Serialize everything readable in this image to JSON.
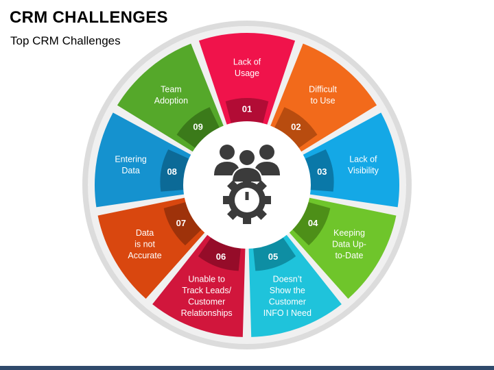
{
  "header": {
    "title": "CRM CHALLENGES",
    "subtitle": "Top CRM Challenges"
  },
  "center_icon": "people-gear-icon",
  "segments": [
    {
      "number": "01",
      "lines": [
        "Lack of",
        "Usage"
      ],
      "color": "#f0134b",
      "dark": "#b20c35"
    },
    {
      "number": "02",
      "lines": [
        "Difficult",
        "to Use"
      ],
      "color": "#f26a1b",
      "dark": "#b84c0f"
    },
    {
      "number": "03",
      "lines": [
        "Lack of",
        "Visibility"
      ],
      "color": "#14a8e6",
      "dark": "#0a78a8"
    },
    {
      "number": "04",
      "lines": [
        "Keeping",
        "Data Up-",
        "to-Date"
      ],
      "color": "#6fc52b",
      "dark": "#4d8f18"
    },
    {
      "number": "05",
      "lines": [
        "Doesn’t",
        "Show the",
        "Customer",
        "INFO I Need"
      ],
      "color": "#1fc3db",
      "dark": "#0e8ea3"
    },
    {
      "number": "06",
      "lines": [
        "Unable to",
        "Track Leads/",
        "Customer",
        "Relationships"
      ],
      "color": "#d1163c",
      "dark": "#950c29"
    },
    {
      "number": "07",
      "lines": [
        "Data",
        "is not",
        "Accurate"
      ],
      "color": "#d9470f",
      "dark": "#9e320a"
    },
    {
      "number": "08",
      "lines": [
        "Entering",
        "Data"
      ],
      "color": "#1592cf",
      "dark": "#0c6a97"
    },
    {
      "number": "09",
      "lines": [
        "Team",
        "Adoption"
      ],
      "color": "#55a82a",
      "dark": "#3b7a1a"
    }
  ]
}
